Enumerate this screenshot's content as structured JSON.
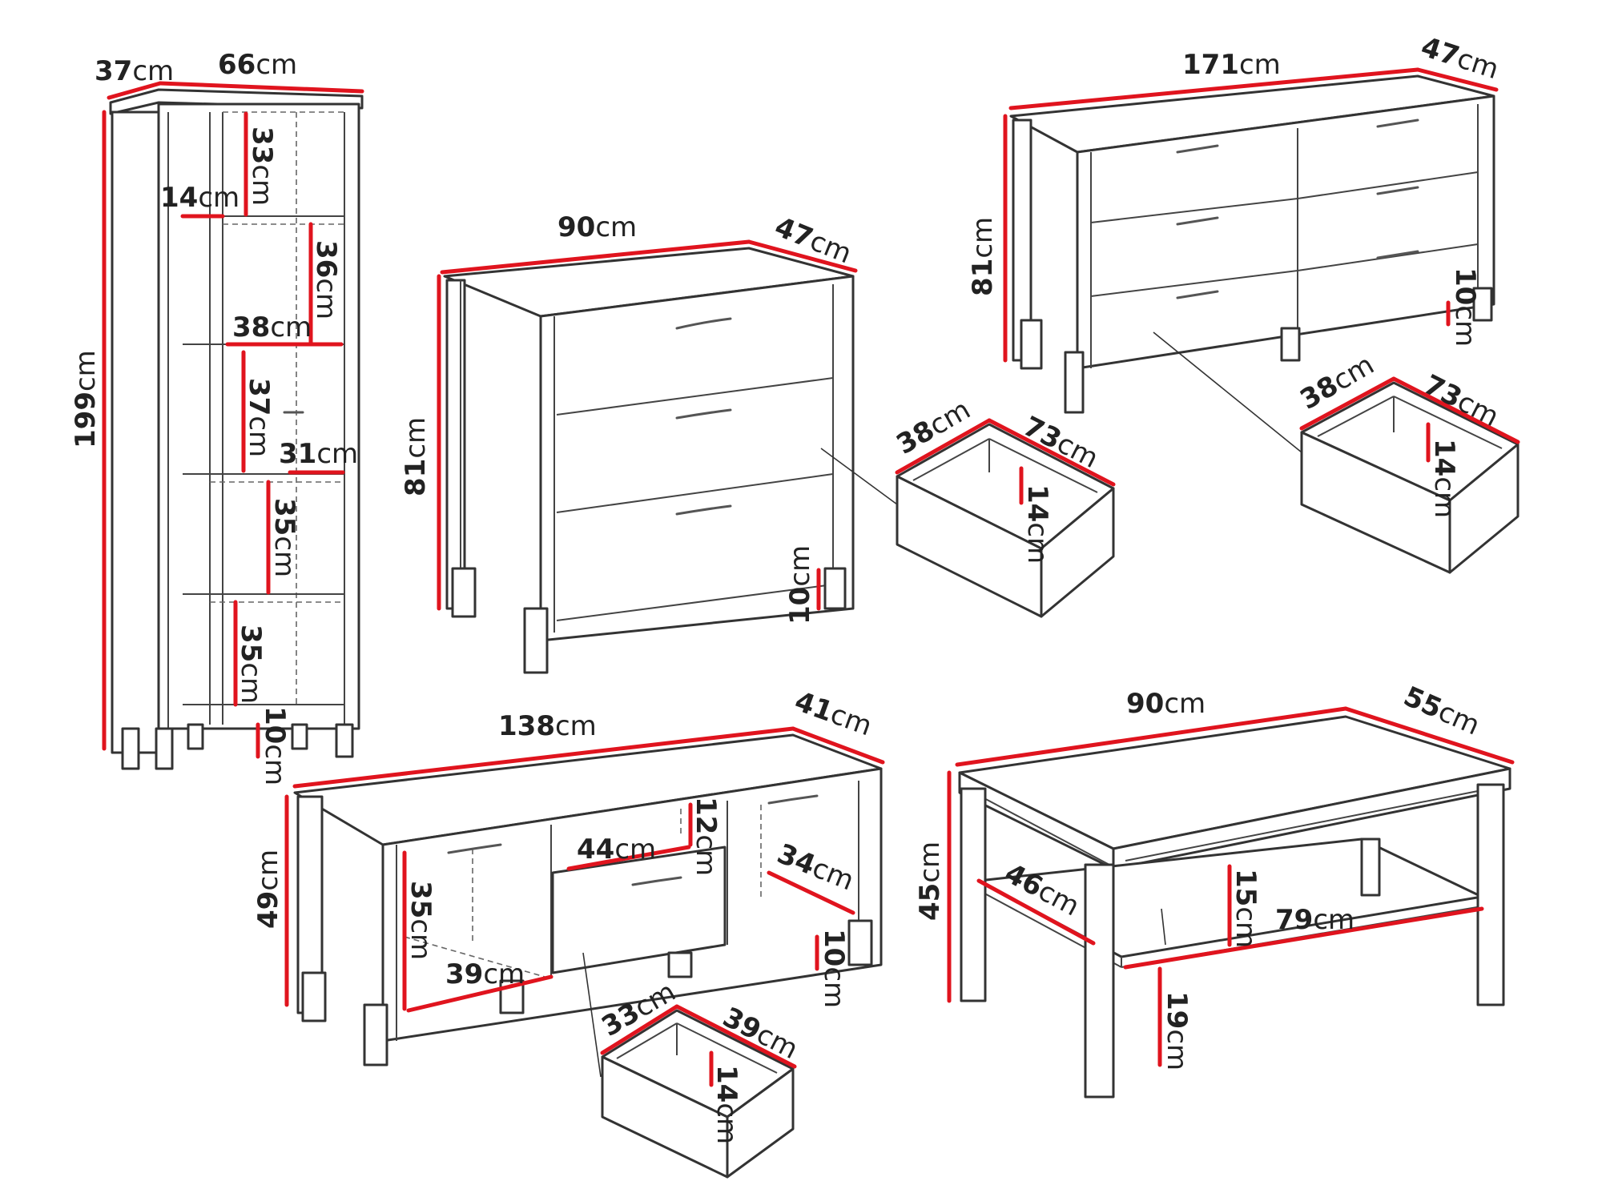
{
  "colors": {
    "dimension_line": "#e0141e",
    "outline": "#333333",
    "background": "#ffffff"
  },
  "unit": "cm",
  "items": {
    "vitrine": {
      "depth": "37",
      "width": "66",
      "height": "199",
      "shelf_1": "33",
      "shelf_depth_top": "14",
      "shelf_2": "36",
      "inner_width": "38",
      "shelf_3": "37",
      "inner_depth": "31",
      "shelf_4": "35",
      "shelf_5": "35",
      "leg": "10"
    },
    "chest": {
      "width": "90",
      "depth": "47",
      "height": "81",
      "leg": "10",
      "drawer": {
        "depth": "38",
        "length": "73",
        "height": "14"
      }
    },
    "sideboard": {
      "width": "171",
      "depth": "47",
      "height": "81",
      "leg": "10",
      "drawer": {
        "depth": "38",
        "length": "73",
        "height": "14"
      }
    },
    "tv_stand": {
      "width": "138",
      "depth": "41",
      "height": "49",
      "niche_width": "44",
      "niche_height": "12",
      "side_depth": "34",
      "compartment_height": "35",
      "compartment_width": "39",
      "leg": "10",
      "drawer": {
        "depth": "33",
        "length": "39",
        "height": "14"
      }
    },
    "coffee_table": {
      "width": "90",
      "depth": "55",
      "height": "45",
      "shelf_depth": "46",
      "shelf_height": "15",
      "shelf_width": "79",
      "clearance": "19"
    }
  }
}
